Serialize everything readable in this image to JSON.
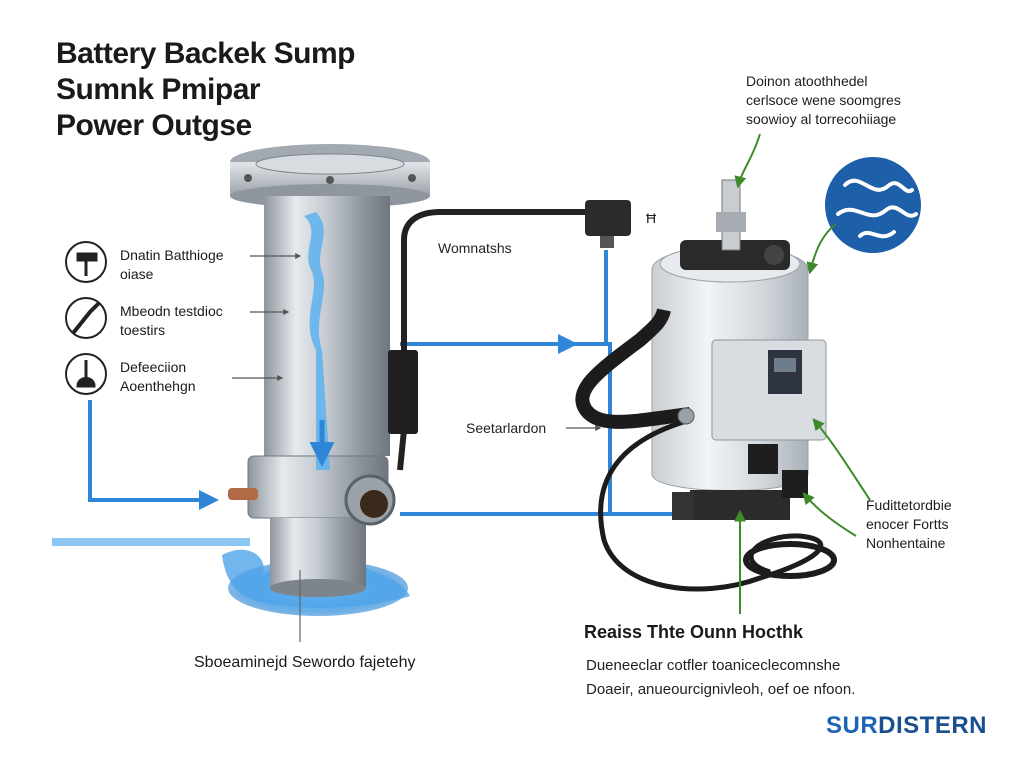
{
  "title": {
    "line1": "Battery Backek Sump",
    "line2": "Sumnk Pmipar",
    "line3": "Power Outgse"
  },
  "left_labels": [
    {
      "line1": "Dnatin Batthioge",
      "line2": "oiase",
      "icon": "hammer-icon"
    },
    {
      "line1": "Mbeodn testdioc",
      "line2": "toestirs",
      "icon": "screwdriver-icon"
    },
    {
      "line1": "Defeeciion",
      "line2": "Aoenthehgn",
      "icon": "plunger-icon"
    }
  ],
  "labels": {
    "pipe_top": "Womnatshs",
    "sensor_mark": "Ħ",
    "middle": "Seetarlardon"
  },
  "top_right_callout": {
    "line1": "Doinon atoothhedel",
    "line2": "cerlsoce wene soomgres",
    "line3": "soowioy al torrecohiiage"
  },
  "right_callout": {
    "line1": "Fudittetordbie",
    "line2": "enocer Fortts",
    "line3": "Nonhentaine"
  },
  "bottom_caption": "Sboeaminejd Sewordo fajetehy",
  "bottom_right": {
    "heading": "Reaiss Thte Ounn Hocthk",
    "line1": "Dueneeclar cotfler toaniceclecomnshe",
    "line2": "Doaeir, anueourcignivleoh, oef oe nfoon."
  },
  "brand": {
    "part1": "SUR",
    "part2": "DISTERN"
  },
  "colors": {
    "water": "#2f86d6",
    "water_light": "#7ec3f5",
    "steel": "#b8bec5",
    "callout_arrow": "#3d8a2a",
    "brand_blue": "#1f63b4"
  }
}
